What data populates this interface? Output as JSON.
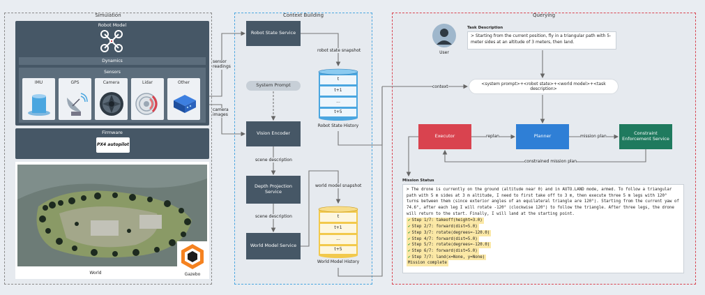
{
  "panels": {
    "simulation": "Simulation",
    "context": "Context Building",
    "querying": "Querying"
  },
  "simulation": {
    "robot_model": "Robot Model",
    "dynamics": "Dynamics",
    "sensors": "Sensors",
    "sensor_tiles": [
      "IMU",
      "GPS",
      "Camera",
      "Lidar",
      "Other"
    ],
    "firmware": "Firmware",
    "px4_logo": "PX4 autopilot",
    "world": "World",
    "gazebo": "Gazebo"
  },
  "flow_labels": {
    "sensor_readings": "sensor\nreadings",
    "camera_images": "camera\nimages",
    "robot_state_snapshot": "robot state snapshot",
    "scene_description_1": "scene description",
    "scene_description_2": "scene description",
    "world_model_snapshot": "world model snapshot",
    "context": "context",
    "replan": "replan",
    "mission_plan": "mission plan",
    "constrained_mission_plan": "constrained mission plan"
  },
  "context": {
    "robot_state_service": "Robot State Service",
    "system_prompt": "System Prompt",
    "vision_encoder": "Vision Encoder",
    "depth_projection": "Depth Projection\nService",
    "world_model_service": "World Model Service",
    "robot_state_history": "Robot State History",
    "world_model_history": "World Model History",
    "history_rows": [
      "t",
      "t+1",
      "...",
      "t+5"
    ]
  },
  "querying": {
    "user": "User",
    "task_title": "Task Description",
    "task_text": "> Starting from the current position, fly in a triangular path with 5-meter sides at an altitude of 3 meters, then land.",
    "prompt_concat": "<system prompt>+<robot state>+<world model>+<task description>",
    "executor": "Executor",
    "planner": "Planner",
    "constraint": "Constraint\nEnforcement Service",
    "mission_status_title": "Mission Status",
    "mission_text": "> The drone is currently on the ground (altitude near 0) and in AUTO.LAND mode, armed. To follow a triangular path with 5 m sides at 3 m altitude, I need to first take off to 3 m, then execute three 5 m legs with 120° turns between them (since exterior angles of an equilateral triangle are 120°). Starting from the current yaw of 74.6°, after each leg I will rotate -120° (clockwise 120°) to follow the triangle. After three legs, the drone will return to the start. Finally, I will land at the starting point.",
    "steps": [
      "Step 1/7: takeoff(height=3.0)",
      "Step 2/7: forward(dist=5.0)",
      "Step 3/7: rotate(degrees=-120.0)",
      "Step 4/7: forward(dist=5.0)",
      "Step 5/7: rotate(degrees=-120.0)",
      "Step 6/7: forward(dist=5.0)",
      "Step 7/7: land(x=None, y=None)"
    ],
    "check_glyph": "✔",
    "complete": "Mission complete"
  },
  "colors": {
    "dark": "#465766",
    "executor": "#d9434f",
    "planner": "#2f7fd6",
    "constraint": "#1f7a5e",
    "blue_stack": "#4aa6e0",
    "yellow_stack": "#f2c94c"
  }
}
